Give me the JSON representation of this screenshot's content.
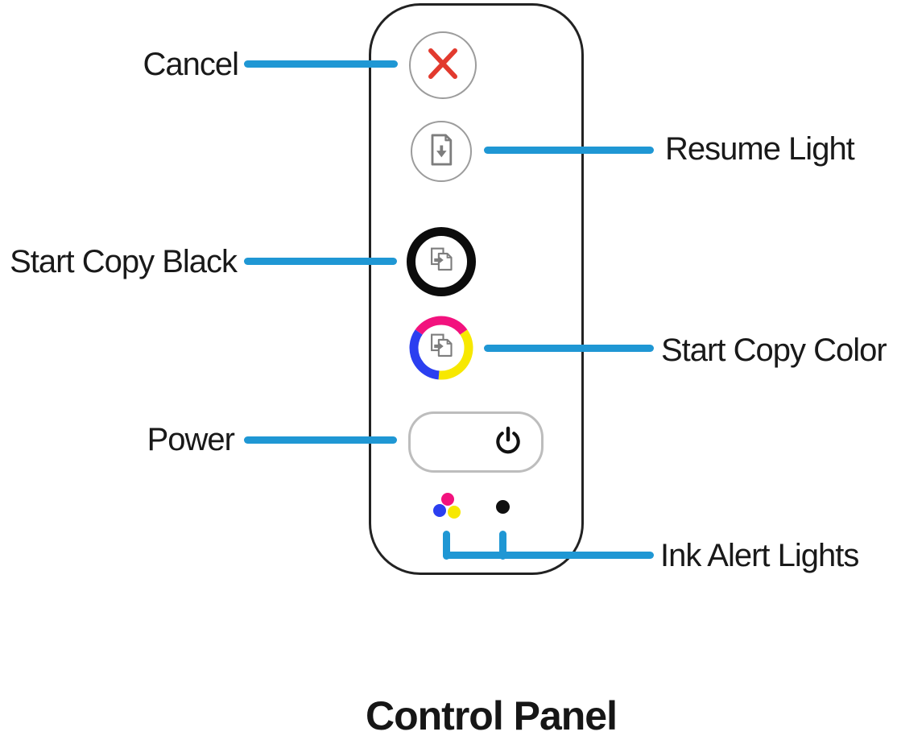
{
  "title": "Control Panel",
  "colors": {
    "callout_blue": "#1f97d4",
    "cancel_red": "#e23a2e",
    "copy_black_ring": "#0c0c0c",
    "ink_magenta": "#f2127e",
    "ink_yellow": "#f7e800",
    "ink_blue": "#2b3ff0",
    "ink_black": "#101010",
    "icon_gray": "#7d7d7d"
  },
  "callouts": {
    "cancel": {
      "label": "Cancel",
      "side": "left"
    },
    "resume_light": {
      "label": "Resume Light",
      "side": "right"
    },
    "start_copy_black": {
      "label": "Start Copy Black",
      "side": "left"
    },
    "start_copy_color": {
      "label": "Start Copy Color",
      "side": "right"
    },
    "power": {
      "label": "Power",
      "side": "left"
    },
    "ink_alert_lights": {
      "label": "Ink Alert Lights",
      "side": "right"
    }
  },
  "panel": {
    "buttons": [
      {
        "name": "cancel-button",
        "icon": "cancel-x-icon"
      },
      {
        "name": "resume-light",
        "icon": "resume-page-icon"
      },
      {
        "name": "start-copy-black-button",
        "icon": "copy-pages-icon"
      },
      {
        "name": "start-copy-color-button",
        "icon": "copy-pages-icon"
      },
      {
        "name": "power-button",
        "icon": "power-icon"
      }
    ],
    "indicators": [
      {
        "name": "color-ink-alert-light",
        "icon": "tricolor-dots-icon"
      },
      {
        "name": "black-ink-alert-light",
        "icon": "black-dot-icon"
      }
    ]
  }
}
